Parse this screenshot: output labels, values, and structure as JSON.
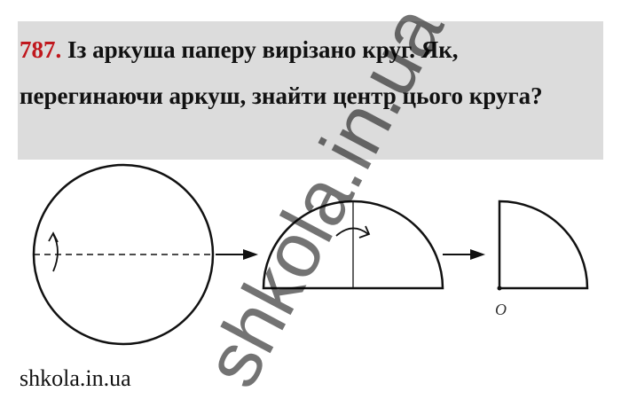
{
  "problem": {
    "number": "787.",
    "text": " Із аркуша паперу вирізано круг. Як, перегинаючи аркуш, знайти центр цього круга?"
  },
  "figure": {
    "point_label": "O"
  },
  "footer": {
    "site": "shkola.in.ua"
  },
  "watermark": {
    "text": "shkola.in.ua"
  },
  "colors": {
    "number_red": "#c0171d",
    "box_gray": "#dcdcdc",
    "ink": "#111111"
  }
}
